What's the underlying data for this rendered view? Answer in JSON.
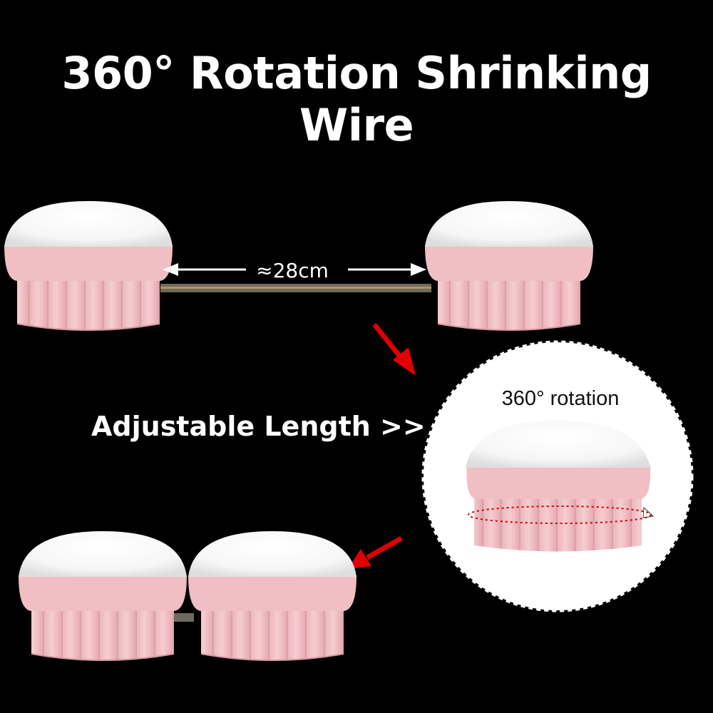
{
  "header": {
    "title": "360° Rotation Shrinking Wire"
  },
  "dimension": {
    "label": "≈28cm"
  },
  "side_text": {
    "label": "Adjustable Length >>"
  },
  "inset": {
    "label": "360° rotation"
  },
  "colors": {
    "background": "#000000",
    "lamp_top": "#ffffff",
    "lamp_base": "#f2c3c7",
    "lamp_rib": "#e7a9af",
    "wire": "#8a7a6a",
    "arrow_red": "#e00000",
    "text": "#ffffff"
  }
}
